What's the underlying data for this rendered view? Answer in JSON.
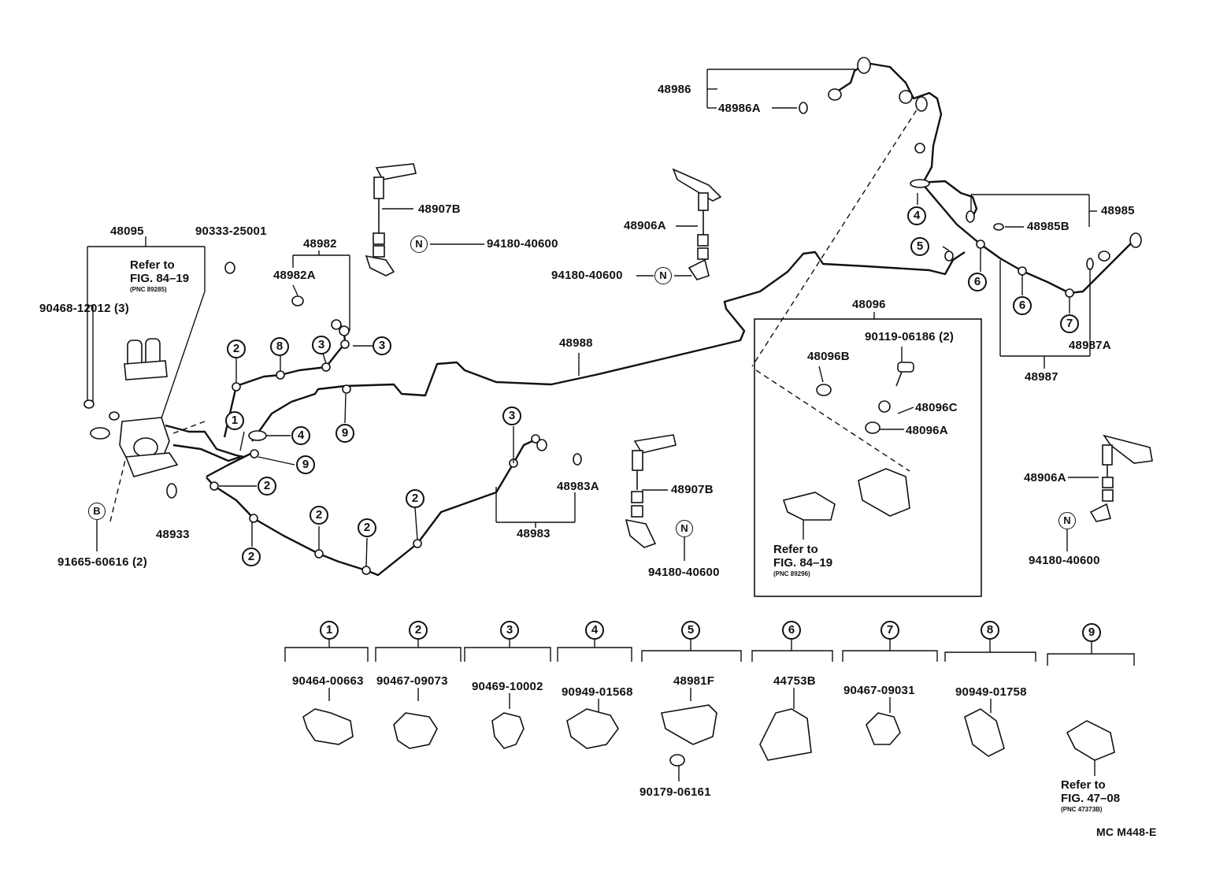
{
  "diagram_id": "MC M448-E",
  "part_labels": {
    "p48986": "48986",
    "p48986A": "48986A",
    "p48907B_top": "48907B",
    "p48906A_mid": "48906A",
    "p94180_a": "94180-40600",
    "p94180_b": "94180-40600",
    "p94180_c": "94180-40600",
    "p94180_d": "94180-40600",
    "p48095": "48095",
    "p90333": "90333-25001",
    "p48982": "48982",
    "p48982A": "48982A",
    "p90468": "90468-12012 (3)",
    "p48985": "48985",
    "p48985B": "48985B",
    "p48988": "48988",
    "p48096": "48096",
    "p90119": "90119-06186 (2)",
    "p48096B": "48096B",
    "p48096C": "48096C",
    "p48096A": "48096A",
    "p48987A": "48987A",
    "p48987": "48987",
    "p48906A_right": "48906A",
    "p48983A": "48983A",
    "p48983": "48983",
    "p48907B_bot": "48907B",
    "p48933": "48933",
    "p91665": "91665-60616 (2)"
  },
  "refs": {
    "ref1_line1": "Refer to",
    "ref1_line2": "FIG. 84–19",
    "ref1_pnc": "(PNC 89285)",
    "ref2_line1": "Refer to",
    "ref2_line2": "FIG. 84–19",
    "ref2_pnc": "(PNC 89296)",
    "ref3_line1": "Refer to",
    "ref3_line2": "FIG. 47–08",
    "ref3_pnc": "(PNC 47373B)"
  },
  "markers": {
    "N": "N",
    "B": "B"
  },
  "callouts": {
    "c1": "1",
    "c2": "2",
    "c3": "3",
    "c4": "4",
    "c5": "5",
    "c6": "6",
    "c7": "7",
    "c8": "8",
    "c9": "9"
  },
  "legend": [
    {
      "num": "1",
      "part": "90464-00663"
    },
    {
      "num": "2",
      "part": "90467-09073"
    },
    {
      "num": "3",
      "part": "90469-10002"
    },
    {
      "num": "4",
      "part": "90949-01568"
    },
    {
      "num": "5",
      "part": "48981F",
      "sub": "90179-06161"
    },
    {
      "num": "6",
      "part": "44753B"
    },
    {
      "num": "7",
      "part": "90467-09031"
    },
    {
      "num": "8",
      "part": "90949-01758"
    },
    {
      "num": "9",
      "part": ""
    }
  ]
}
